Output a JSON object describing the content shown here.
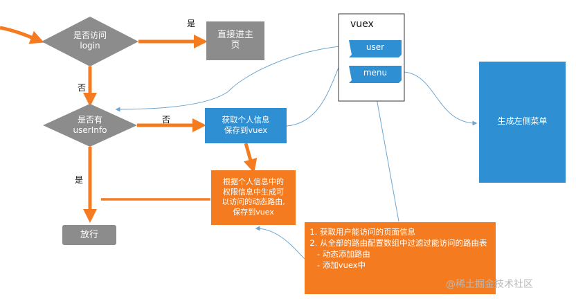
{
  "decisions": {
    "login": {
      "line1": "是否访问",
      "line2": "login"
    },
    "userinfo": {
      "line1": "是否有",
      "line2": "userInfo"
    }
  },
  "boxes": {
    "goto_home": {
      "line1": "直接进主",
      "line2": "页"
    },
    "fetch_info": {
      "line1": "获取个人信息",
      "line2": "保存到vuex"
    },
    "gen_routes": {
      "lines": [
        "根据个人信息中的",
        "权限信息中生成可",
        "以访问的动态路由,",
        "保存到vuex"
      ]
    },
    "release": {
      "label": "放行"
    },
    "left_menu": {
      "label": "生成左侧菜单"
    }
  },
  "vuex": {
    "title": "vuex",
    "user": "user",
    "menu": "menu"
  },
  "edge_labels": {
    "login_yes": "是",
    "login_no": "否",
    "userinfo_no": "否",
    "userinfo_yes": "是"
  },
  "note": {
    "items": [
      "获取用户能访问的页面信息",
      "从全部的路由配置数组中过滤过能访问的路由表"
    ],
    "subitems": [
      "动态添加路由",
      "添加vuex中"
    ]
  },
  "watermark": "@稀土掘金技术社区",
  "colors": {
    "orange": "#f47b20",
    "blue": "#2f8fd3",
    "gray": "#8c8c8c",
    "thin_line": "#6ea6cf"
  }
}
